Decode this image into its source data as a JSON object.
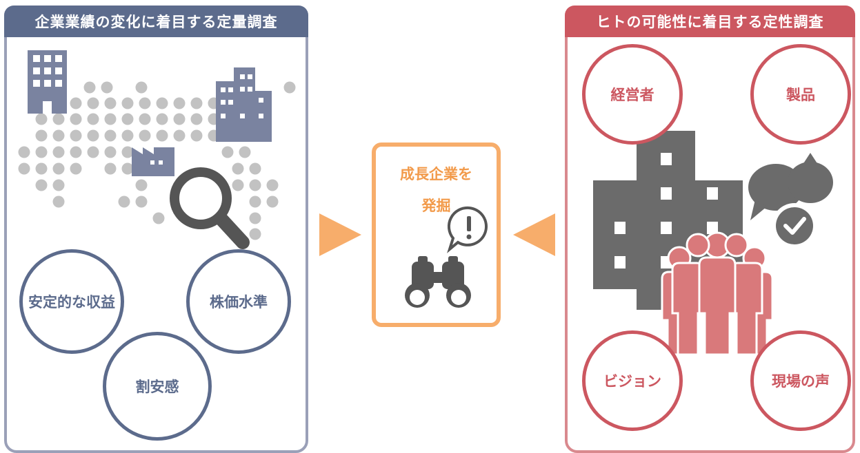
{
  "left": {
    "title": "企業業績の変化に着目する定量調査",
    "circles": [
      "安定的な収益",
      "株価水準",
      "割安感"
    ],
    "icons": [
      "office-building-icon",
      "factory-icon",
      "magnifier-icon",
      "dot-map"
    ]
  },
  "center": {
    "line1": "成長企業を",
    "line2": "発掘",
    "icons": [
      "binoculars-icon",
      "exclamation-bubble-icon"
    ]
  },
  "right": {
    "title": "ヒトの可能性に着目する定性調査",
    "circles": [
      "経営者",
      "製品",
      "ビジョン",
      "現場の声"
    ],
    "icons": [
      "building-icon",
      "people-icon",
      "chat-bubbles-icon",
      "check-icon"
    ]
  },
  "colors": {
    "navy": "#5c6b8c",
    "red": "#cc5760",
    "orange": "#f7ad6b",
    "gray": "#6b6b6b",
    "dots": "#c2c2c2",
    "salmon": "#d9797b"
  }
}
